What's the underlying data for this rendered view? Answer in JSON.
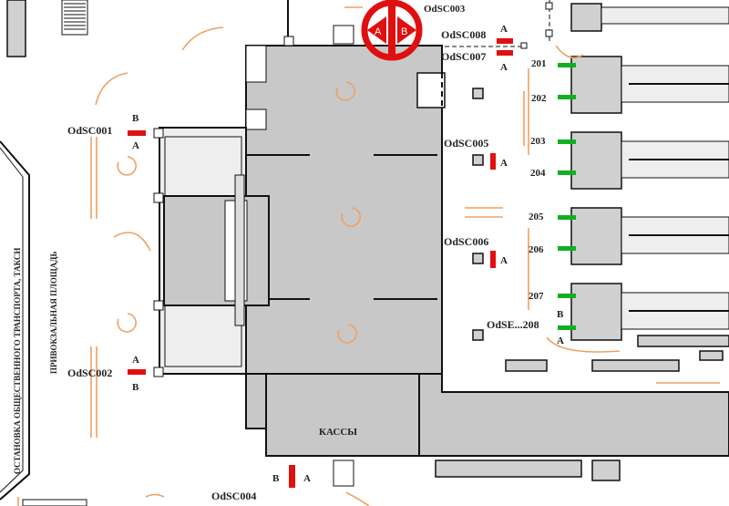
{
  "title": "Station floor plan with sensor locations",
  "areas": {
    "transport_stop": "ОСТАНОВКА ОБЩЕСТВЕННОГО ТРАНСПОРТА, ТАКСИ",
    "station_square": "ПРИВОКЗАЛЬНАЯ ПЛОЩАДЬ",
    "ticket_office": "КАССЫ"
  },
  "logo": {
    "left": "A",
    "right": "B",
    "hidden_label": "OdSC003"
  },
  "sensors": [
    {
      "id": "OdSC001",
      "side1": "B",
      "side2": "A"
    },
    {
      "id": "OdSC002",
      "side1": "A",
      "side2": "B"
    },
    {
      "id": "OdSC004",
      "side1": "B",
      "side2": "A"
    },
    {
      "id": "OdSC005",
      "side1": "A"
    },
    {
      "id": "OdSC006",
      "side1": "A"
    },
    {
      "id": "OdSC007",
      "side1": "A"
    },
    {
      "id": "OdSC008",
      "side1": "A"
    },
    {
      "id": "OdSE...208",
      "side1": "B",
      "side2": "A"
    }
  ],
  "tracks": [
    "201",
    "202",
    "203",
    "204",
    "205",
    "206",
    "207"
  ],
  "colors": {
    "sensor_red": "#e01010",
    "gate_green": "#10b020",
    "flow_orange": "#f0a060",
    "building_gray": "#c8c8c8"
  }
}
